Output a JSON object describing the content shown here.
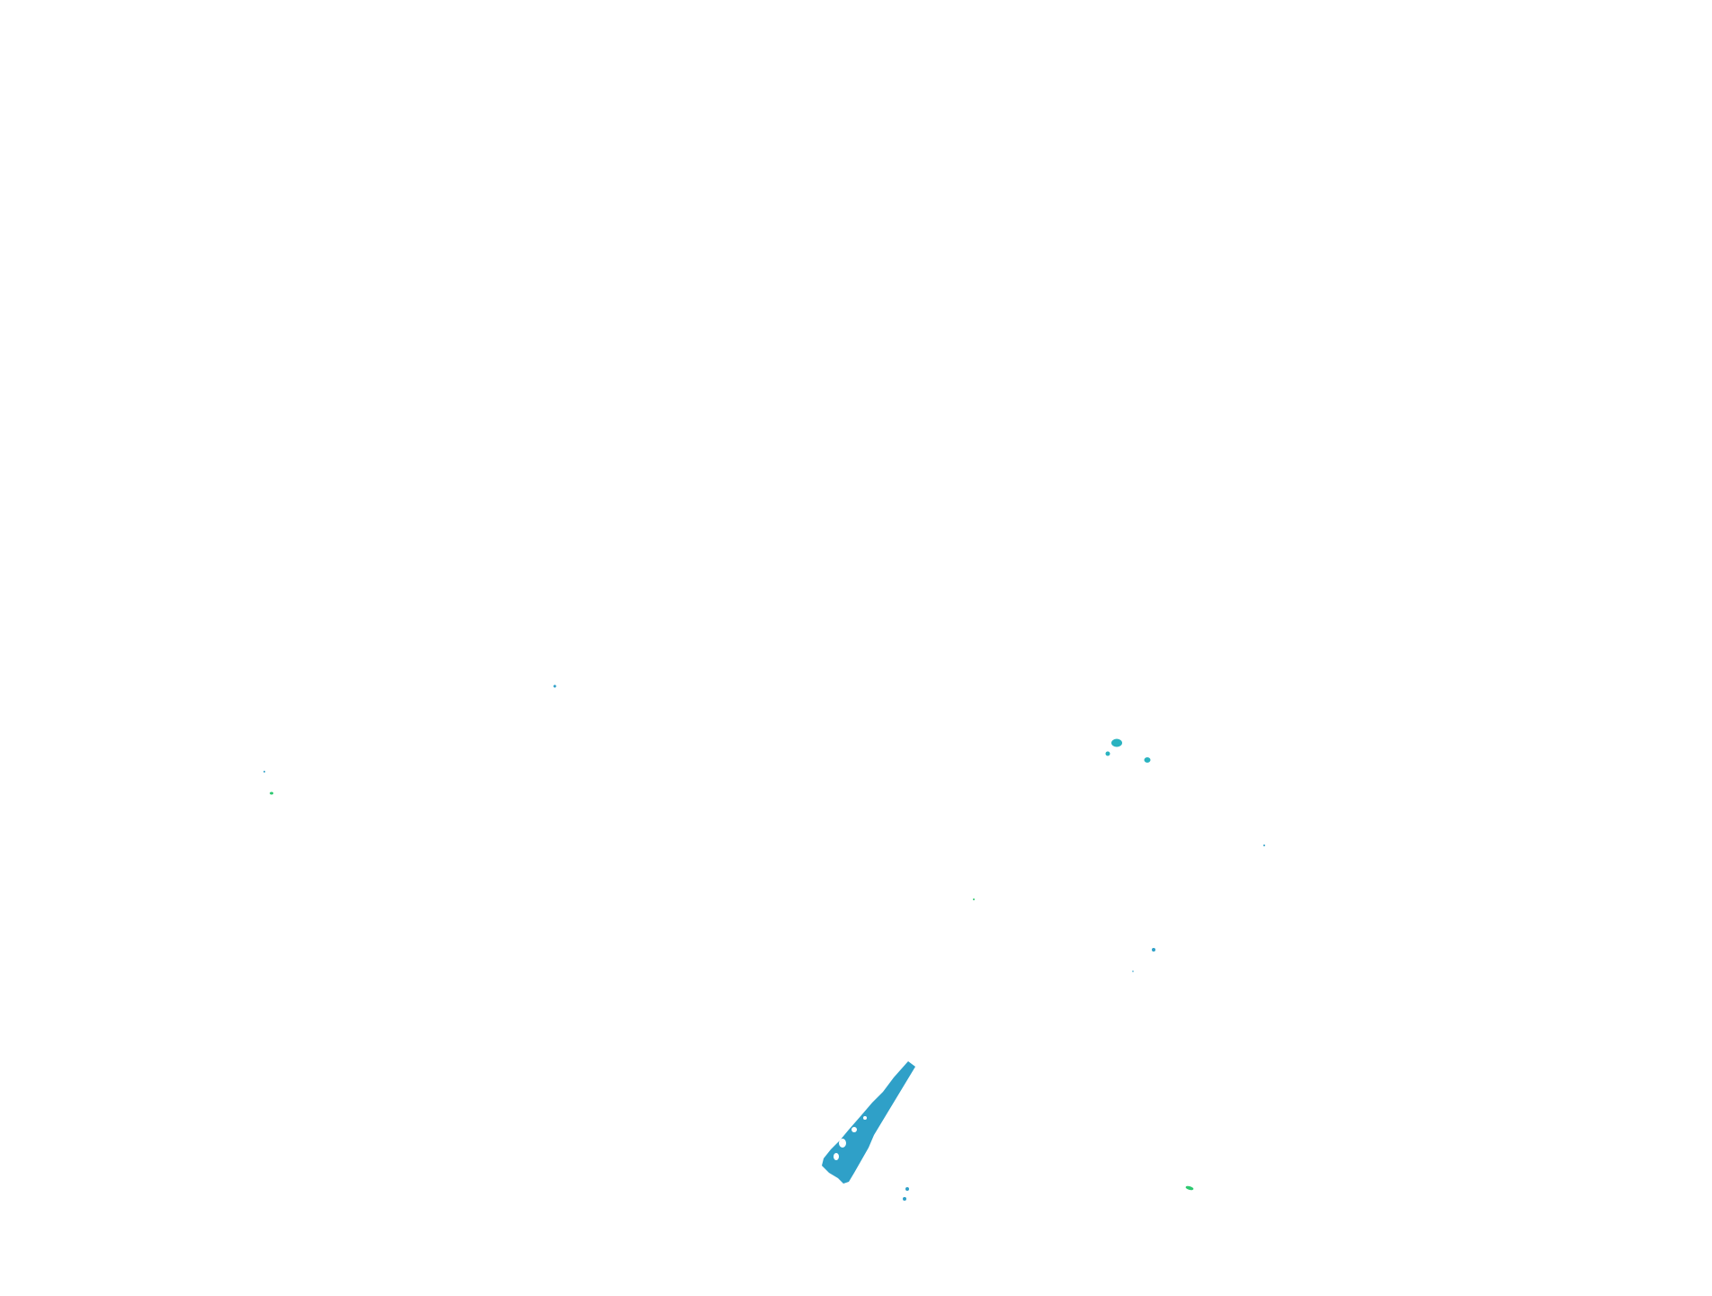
{
  "scene": {
    "background_color": "#ffffff",
    "colors": {
      "blue": "#2fa0c8",
      "teal": "#2ab3c0",
      "green": "#2ec870"
    },
    "regions": [
      {
        "name": "large-blue-streak",
        "color": "blue"
      },
      {
        "name": "teal-cluster",
        "color": "teal"
      },
      {
        "name": "green-fleck",
        "color": "green"
      }
    ]
  }
}
